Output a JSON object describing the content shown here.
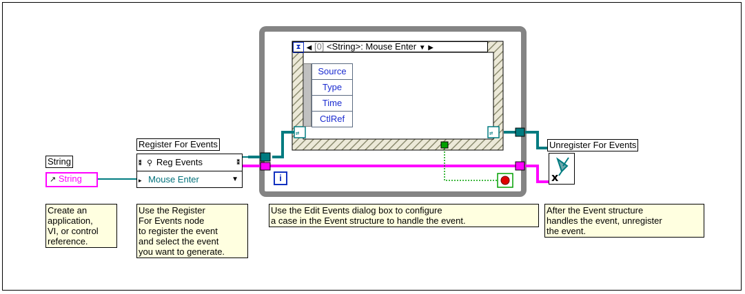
{
  "string_control": {
    "label": "String",
    "terminal_text": "String"
  },
  "register_node": {
    "label": "Register For Events",
    "row1": "Reg Events",
    "row2": "Mouse Enter"
  },
  "event_structure": {
    "case_index": "[0]",
    "case_text": "<String>: Mouse Enter",
    "event_data": [
      "Source",
      "Type",
      "Time",
      "CtlRef"
    ],
    "loop_iteration": "i"
  },
  "unregister_node": {
    "label": "Unregister For Events"
  },
  "notes": {
    "reference": "Create an\napplication,\nVI, or control\nreference.",
    "register": "Use the Register\nFor Events node\nto register the event\nand select the event\nyou want to generate.",
    "edit_events": "Use the Edit Events dialog box to configure\na case in the Event structure to handle the event.",
    "unregister": "After the Event structure\nhandles the event, unregister\nthe event."
  },
  "colors": {
    "refnum_wire": "#007b80",
    "error_wire": "#ff00ff",
    "boolean_wire": "#00a000",
    "loop_frame": "#848484",
    "note_bg": "#ffffe0"
  }
}
